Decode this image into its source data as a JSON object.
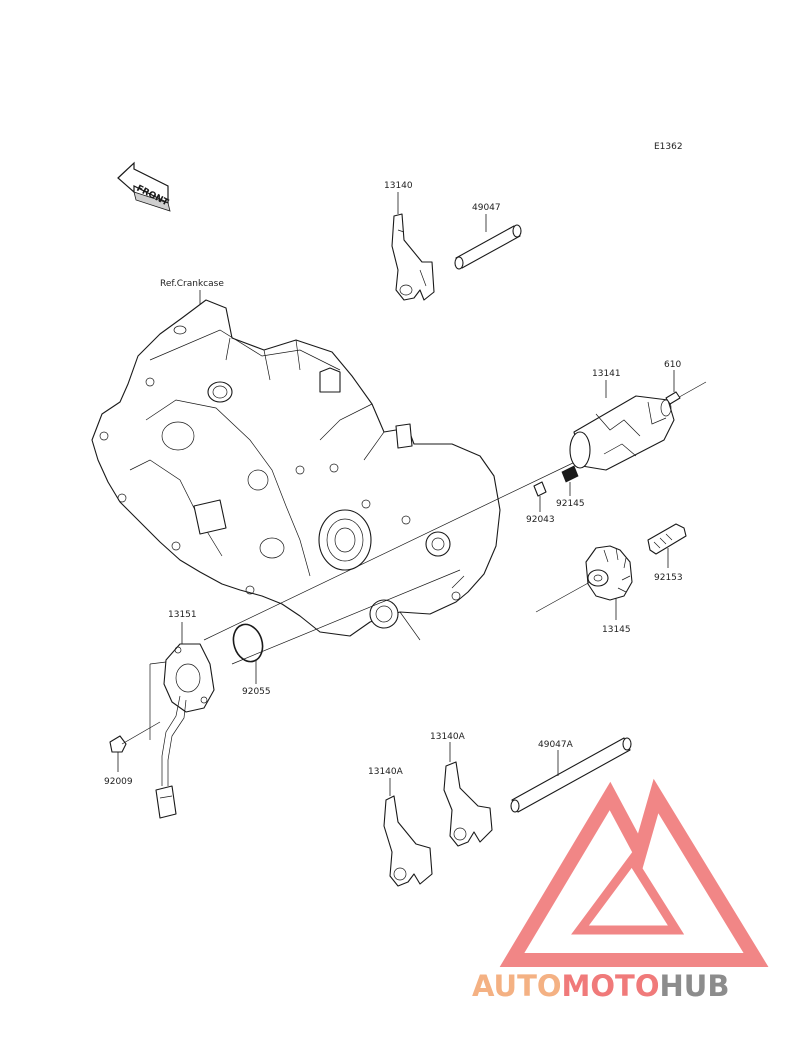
{
  "diagram_code": "E1362",
  "front_label": "FRONT",
  "ref_label": "Ref.Crankcase",
  "parts": {
    "p13140": "13140",
    "p49047": "49047",
    "p13141": "13141",
    "p610": "610",
    "p92145": "92145",
    "p92043": "92043",
    "p92153": "92153",
    "p13145": "13145",
    "p13151": "13151",
    "p92055": "92055",
    "p92009": "92009",
    "p13140A_left": "13140A",
    "p13140A_right": "13140A",
    "p49047A": "49047A"
  },
  "watermark": {
    "part1": "AUTO",
    "part2": "MOTO",
    "part3": "HUB",
    "color_orange": "#f4b183",
    "color_red": "#f07a7a",
    "color_gray": "#8c8c8c"
  }
}
